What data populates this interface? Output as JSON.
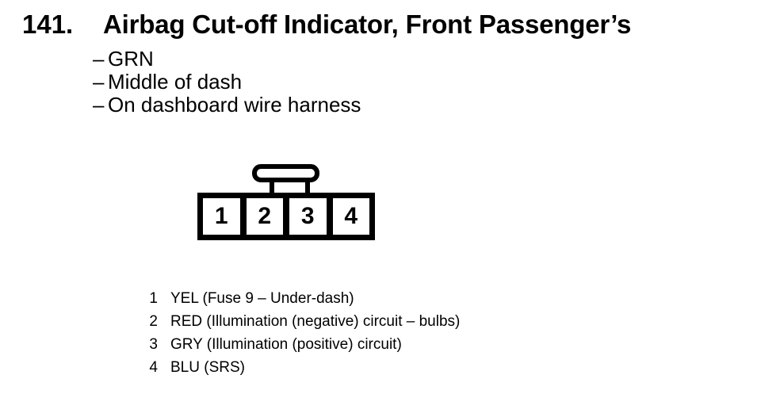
{
  "colors": {
    "ink": "#000000",
    "paper": "#ffffff"
  },
  "header": {
    "number": "141.",
    "title": "Airbag Cut-off Indicator, Front Passenger’s"
  },
  "notes": {
    "dash": "–",
    "items": [
      "GRN",
      "Middle of dash",
      "On dashboard wire harness"
    ]
  },
  "connector": {
    "cavity_count": "4",
    "pins": [
      {
        "number": "1",
        "label": "YEL (Fuse 9 – Under-dash)"
      },
      {
        "number": "2",
        "label": "RED (Illumination (negative) circuit – bulbs)"
      },
      {
        "number": "3",
        "label": "GRY (Illumination (positive) circuit)"
      },
      {
        "number": "4",
        "label": "BLU (SRS)"
      }
    ]
  }
}
